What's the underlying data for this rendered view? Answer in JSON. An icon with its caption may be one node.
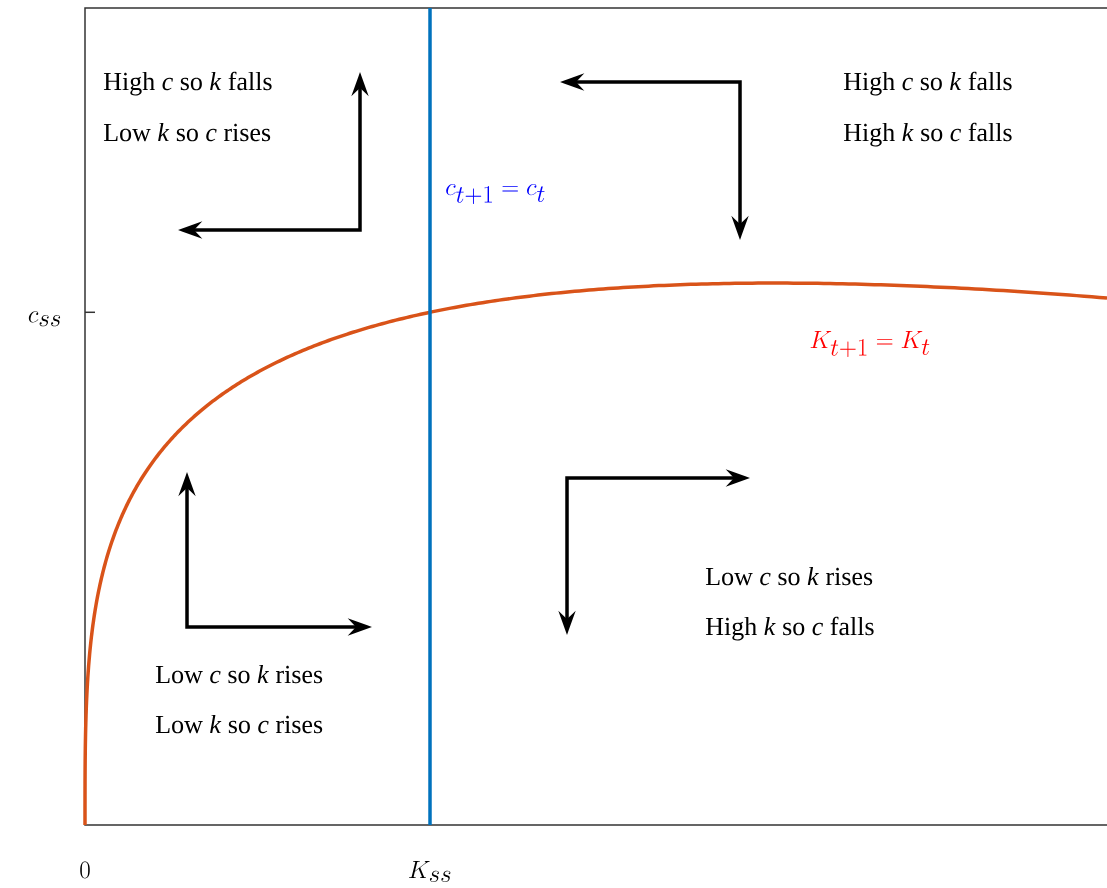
{
  "diagram": {
    "labels": [
      "High *c* so *k* falls",
      "Low *k* so *c* rises",
      "High *c* so *k* falls",
      "High *k* so *c* falls",
      "c_{t+1} = c_t",
      "c_{ss}",
      "K_{t+1} = K_t",
      "Low *c* so *k* rises",
      "High *k* so *c* falls",
      "Low *c* so *k* rises",
      "Low *k* so *c* rises",
      "0",
      "K_{ss}"
    ]
  }
}
